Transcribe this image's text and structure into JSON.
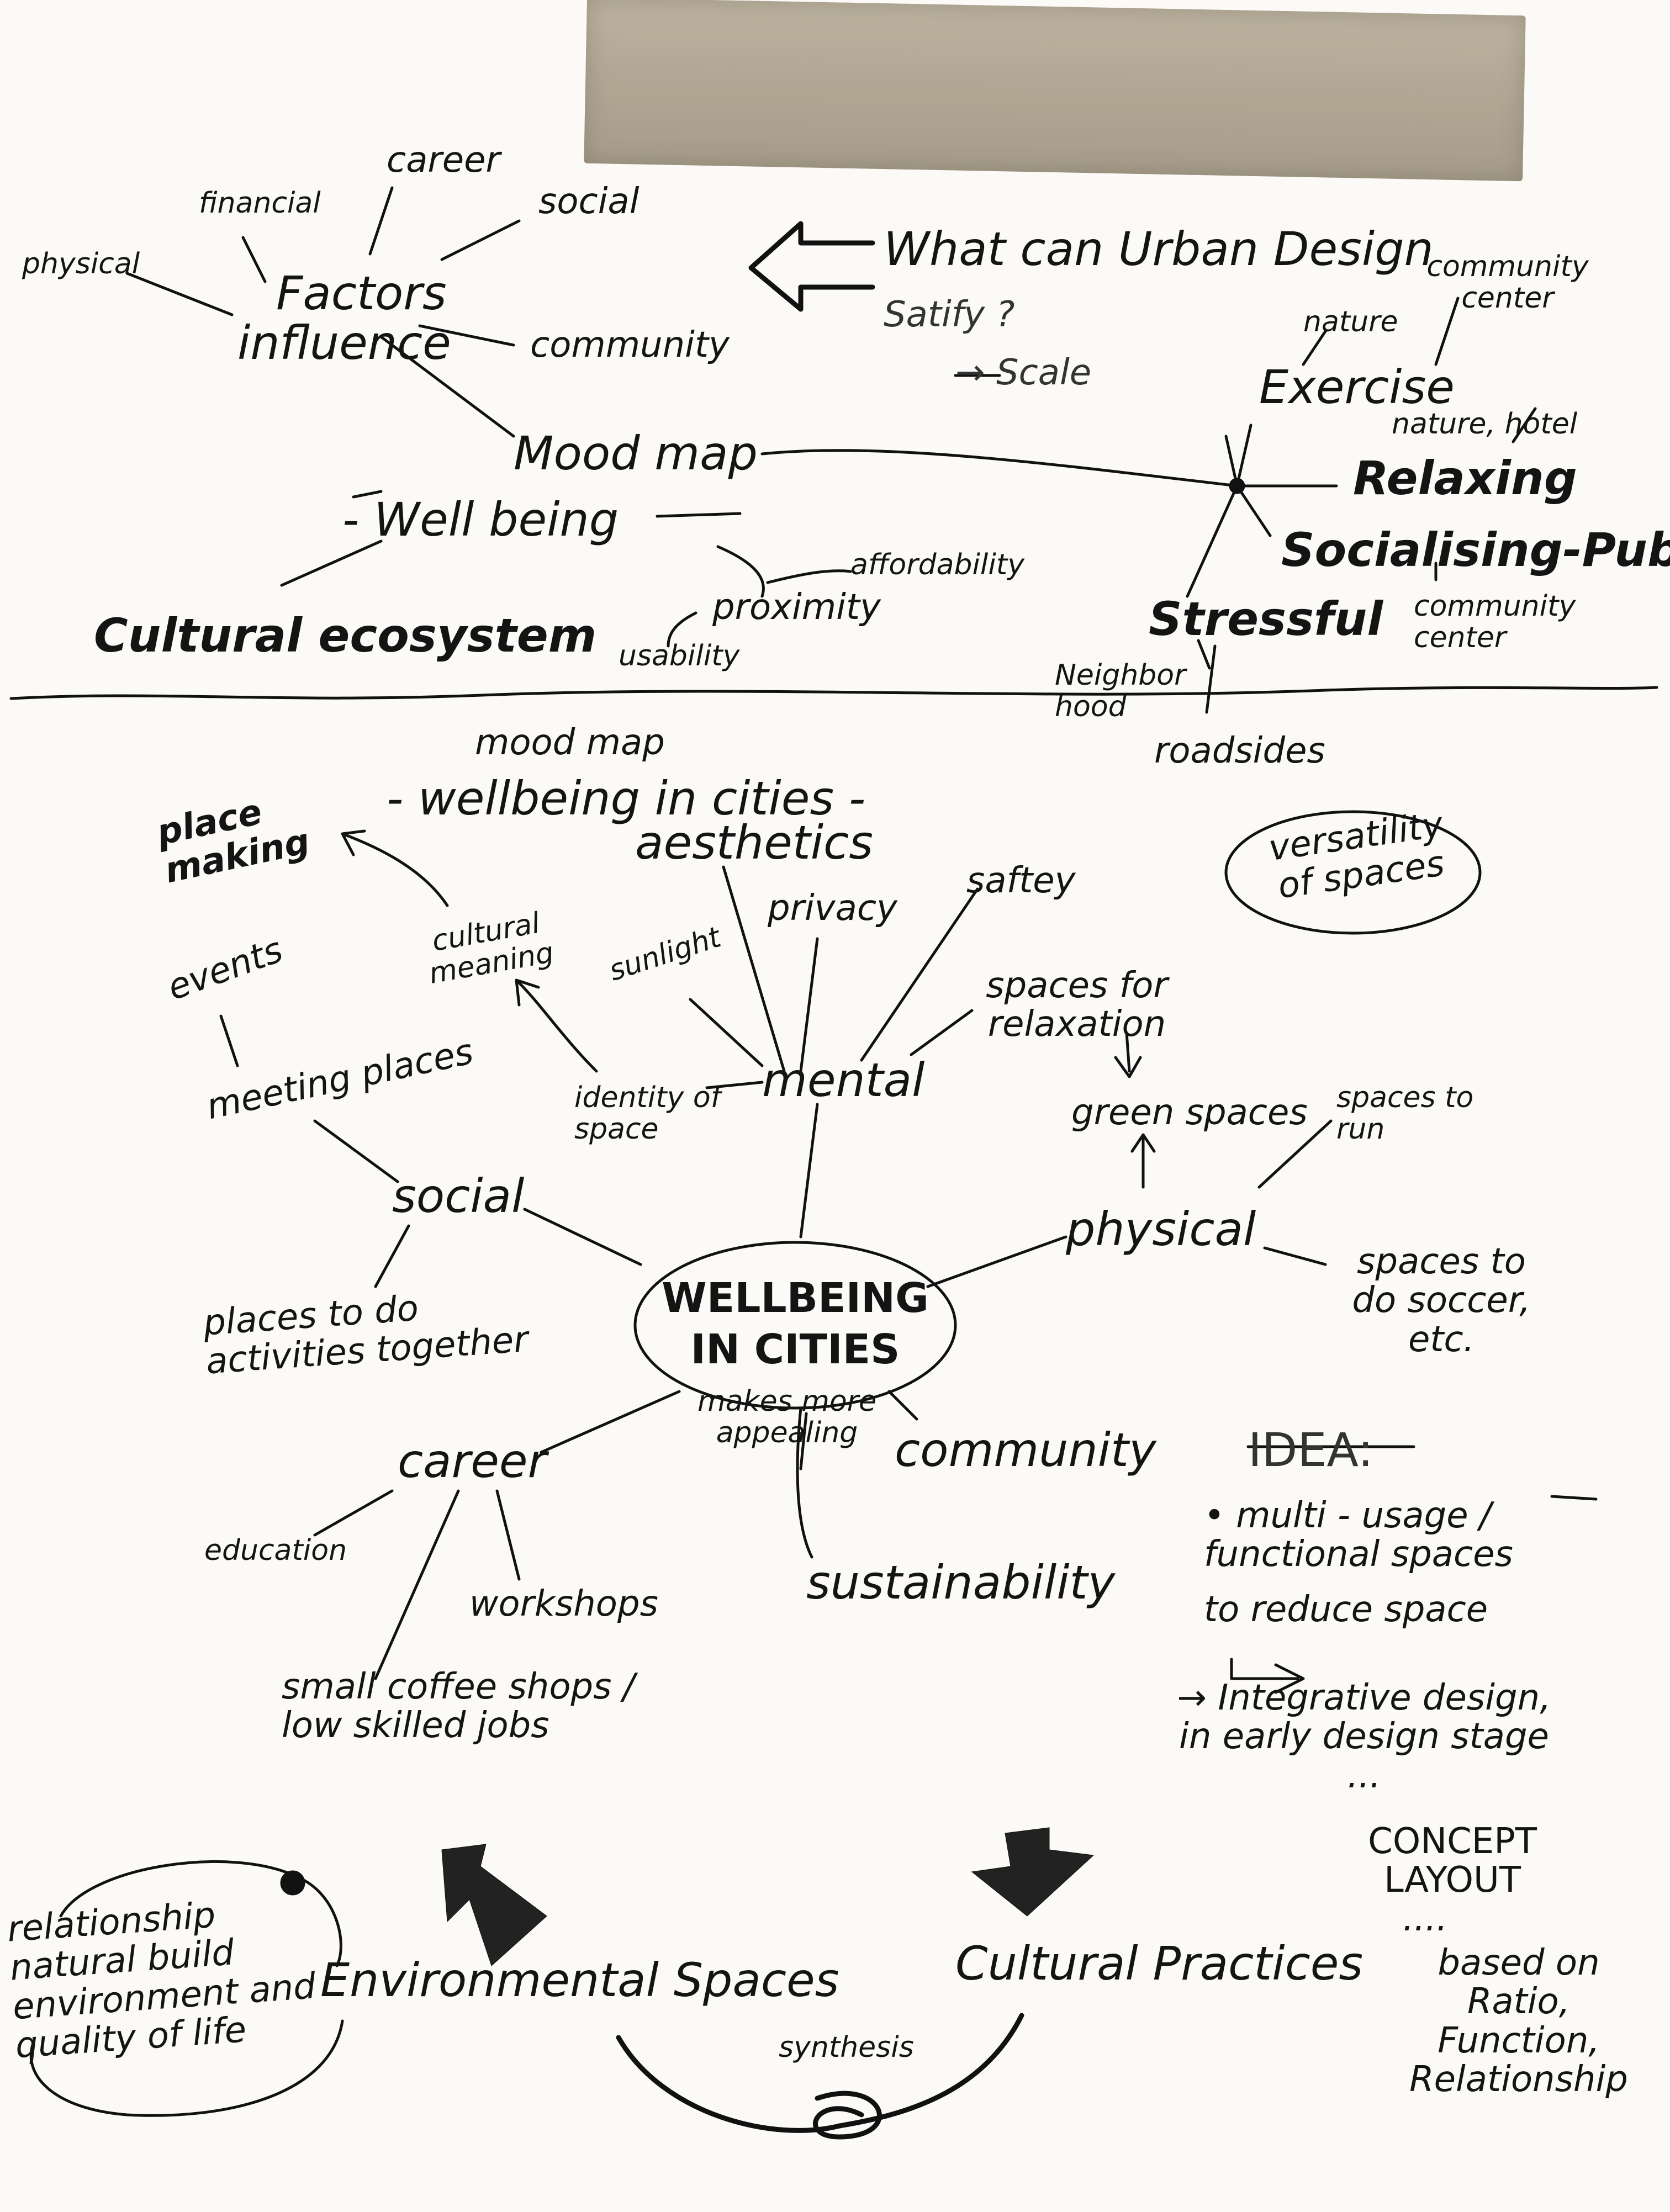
{
  "top": {
    "factors": "Factors",
    "influence": "influence",
    "physical": "physical",
    "financial": "financial",
    "career": "career",
    "social": "social",
    "community": "community",
    "question_line1": "What can Urban Design",
    "question_line2": "Satify ?",
    "scale": "→ Scale",
    "mood_map": "Mood map",
    "well_being": "- Well being",
    "cultural_ecosystem": "Cultural ecosystem",
    "affordability": "affordability",
    "proximity": "proximity",
    "usability": "usability",
    "nature_1": "nature",
    "community_center_1": "community center",
    "exercise": "Exercise",
    "nature_hotel": "nature, hotel",
    "relaxing": "Relaxing",
    "socialising_pub": "Socialising-Pub",
    "community_center_2": "community center",
    "stressful": "Stressful",
    "neighborhood": "Neighbor hood",
    "roadsides": "roadsides"
  },
  "bottom": {
    "mood_map": "mood map",
    "wellbeing_title": "- wellbeing in cities -",
    "place_making": "place making",
    "versatility": "versatility of spaces",
    "aesthetics": "aesthetics",
    "privacy": "privacy",
    "safety": "saftey",
    "sunlight": "sunlight",
    "cultural_meaning": "cultural meaning",
    "events": "events",
    "spaces_relaxation": "spaces for relaxation",
    "meeting_places": "meeting places",
    "identity_space": "identity of space",
    "mental": "mental",
    "green_spaces": "green spaces",
    "spaces_run": "spaces to run",
    "social": "social",
    "physical": "physical",
    "spaces_soccer": "spaces to do soccer, etc.",
    "center_line1": "WELLBEING",
    "center_line2": "IN CITIES",
    "places_activities": "places to do activities together",
    "makes_more_appealing": "makes more appealing",
    "career": "career",
    "community": "community",
    "education": "education",
    "workshops": "workshops",
    "sustainability": "sustainability",
    "small_coffee": "small coffee shops / low skilled jobs",
    "idea": "IDEA:",
    "idea_bullet": "• multi - usage / functional spaces",
    "to_reduce": "to reduce space",
    "integrative": "→ Integrative design, in early design stage ...",
    "concept_layout": "CONCEPT LAYOUT",
    "dots": "....",
    "based_on": "based on Ratio, Function, Relationship",
    "relationship": "relationship natural build environment and quality of life",
    "environmental_spaces": "Environmental Spaces",
    "cultural_practices": "Cultural Practices",
    "synthesis": "synthesis"
  }
}
